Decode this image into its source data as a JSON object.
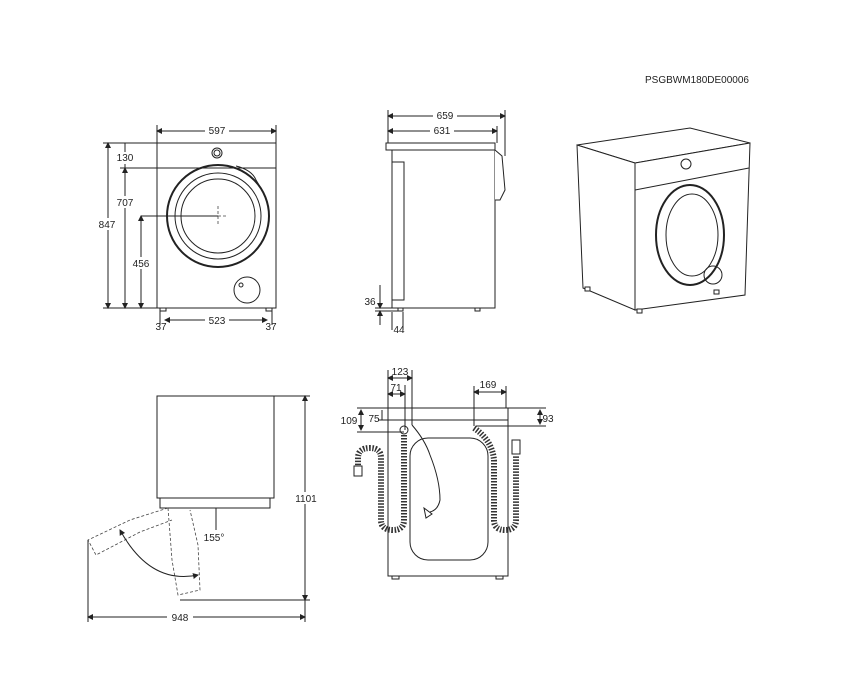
{
  "drawing_code": "PSGBWM180DE00006",
  "front_view": {
    "width": "597",
    "height": "847",
    "top_panel": "130",
    "door_area": "707",
    "door_center_height": "456",
    "foot_left": "37",
    "foot_span": "523",
    "foot_right": "37"
  },
  "side_view": {
    "depth_total": "659",
    "depth_body": "631",
    "foot_height": "36",
    "foot_inset": "44"
  },
  "door_open_view": {
    "height_open": "1101",
    "depth_open": "948",
    "angle": "155°"
  },
  "rear_view": {
    "inlet_offset": "123",
    "power_offset": "71",
    "inlet_height": "109",
    "power_height": "75",
    "drain_offset": "169",
    "drain_height": "93"
  }
}
